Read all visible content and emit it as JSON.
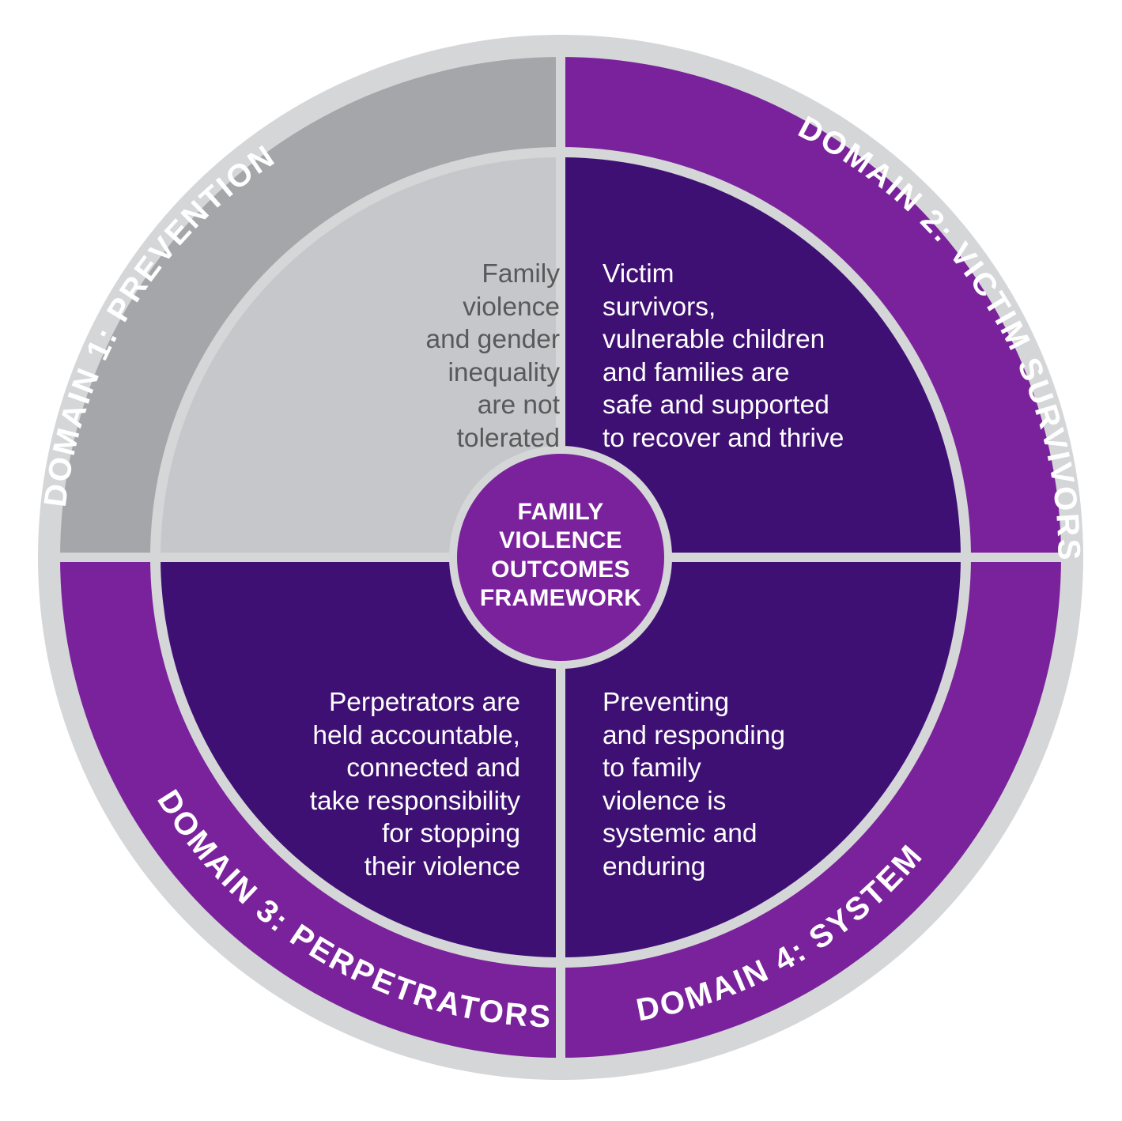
{
  "diagram": {
    "title": "Family Violence Outcomes Framework",
    "type": "four-quadrant-wheel",
    "center": {
      "lines": [
        "FAMILY",
        "VIOLENCE",
        "OUTCOMES",
        "FRAMEWORK"
      ],
      "fill_color": "#7A229B",
      "border_color": "#D5D6D8"
    },
    "colors": {
      "outer_rim": "#D5D6D8",
      "background": "#FFFFFF",
      "domain1_ring": "#A4A6A9",
      "domain1_body": "#C5C7CA",
      "domain1_text": "#58595B",
      "domain2_ring": "#7A229B",
      "domain2_body": "#3E1073",
      "domain3_ring": "#7A229B",
      "domain3_body": "#3E1073",
      "domain4_ring": "#7A229B",
      "domain4_body": "#3E1073",
      "white_text": "#FFFFFF"
    },
    "quadrants": [
      {
        "id": "domain-1",
        "ring_label": "DOMAIN 1: PREVENTION",
        "position": "top-left",
        "text_align": "right",
        "body_lines": [
          "Family",
          "violence",
          "and gender",
          "inequality",
          "are not",
          "tolerated"
        ],
        "body_text": "Family violence and gender inequality are not tolerated",
        "ring_color": "#A4A6A9",
        "body_color": "#C5C7CA",
        "text_color": "#58595B"
      },
      {
        "id": "domain-2",
        "ring_label": "DOMAIN 2: VICTIM SURVIVORS",
        "position": "top-right",
        "text_align": "left",
        "body_lines": [
          "Victim",
          "survivors,",
          "vulnerable children",
          "and families are",
          "safe and supported",
          "to recover and thrive"
        ],
        "body_text": "Victim survivors, vulnerable children and families are safe and supported to recover and thrive",
        "ring_color": "#7A229B",
        "body_color": "#3E1073",
        "text_color": "#FFFFFF"
      },
      {
        "id": "domain-3",
        "ring_label": "DOMAIN 3: PERPETRATORS",
        "position": "bottom-left",
        "text_align": "right",
        "body_lines": [
          "Perpetrators are",
          "held accountable,",
          "connected and",
          "take responsibility",
          "for stopping",
          "their violence"
        ],
        "body_text": "Perpetrators are held accountable, connected and take responsibility for stopping their violence",
        "ring_color": "#7A229B",
        "body_color": "#3E1073",
        "text_color": "#FFFFFF"
      },
      {
        "id": "domain-4",
        "ring_label": "DOMAIN 4: SYSTEM",
        "position": "bottom-right",
        "text_align": "left",
        "body_lines": [
          "Preventing",
          "and responding",
          "to family",
          "violence is",
          "systemic and",
          "enduring"
        ],
        "body_text": "Preventing and responding to family violence is systemic and enduring",
        "ring_color": "#7A229B",
        "body_color": "#3E1073",
        "text_color": "#FFFFFF"
      }
    ]
  }
}
